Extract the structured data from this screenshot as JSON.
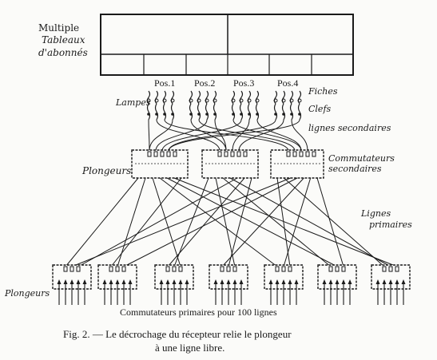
{
  "diagram": {
    "multiple_label": [
      "Multiple",
      "Tableaux",
      "d'abonnés"
    ],
    "positions": [
      "Pos.1",
      "Pos.2",
      "Pos.3",
      "Pos.4"
    ],
    "labels": {
      "fiches": "Fiches",
      "clefs": "Clefs",
      "lampes": "Lampes",
      "lignes_secondaires": "lignes secondaires",
      "commutateurs_secondaires_1": "Commutateurs",
      "commutateurs_secondaires_2": "secondaires",
      "plongeurs_top": "Plongeurs",
      "lignes_primaires_1": "Lignes",
      "lignes_primaires_2": "primaires",
      "plongeurs_bottom": "Plongeurs",
      "commutateurs_primaires": "Commutateurs primaires pour 100 lignes"
    },
    "caption_line1": "Fig. 2. — Le décrochage du récepteur relie le plongeur",
    "caption_line2": "à une ligne libre."
  }
}
